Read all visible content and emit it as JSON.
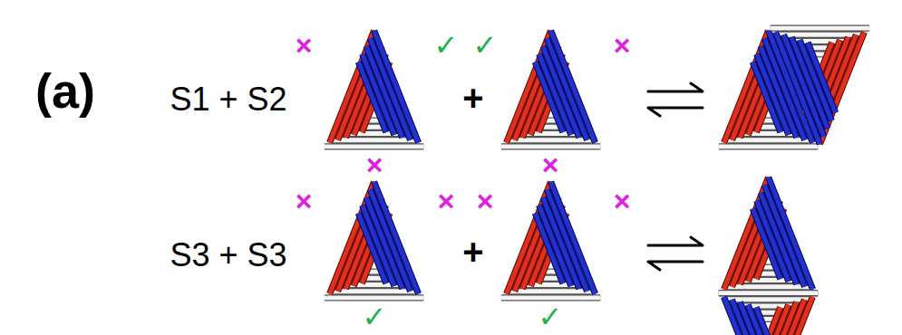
{
  "diagram": {
    "labels": [
      "(a)",
      "S1 + S2",
      "×",
      "✓",
      "×",
      "+",
      "✓",
      "×",
      "×",
      "S3 + S3",
      "×",
      "×",
      "✓",
      "+",
      "×",
      "×",
      "✓"
    ]
  }
}
